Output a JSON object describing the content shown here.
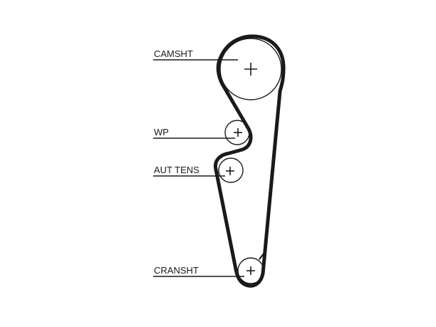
{
  "diagram": {
    "labels": {
      "camshaft": "CAMSHT",
      "water_pump": "WP",
      "auto_tensioner": "AUT TENS",
      "crankshaft": "CRANSHT"
    },
    "colors": {
      "belt": "#1a1a1a",
      "pulley_outline": "#1a1a1a",
      "leader_line": "#1a1a1a",
      "background": "#ffffff"
    }
  }
}
